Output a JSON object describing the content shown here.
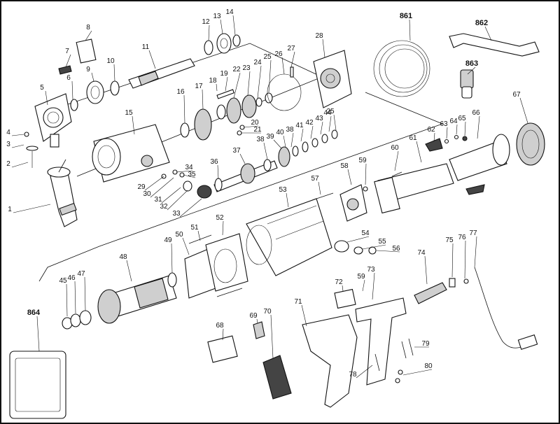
{
  "diagram": {
    "labels": [
      {
        "id": "p1",
        "text": "1"
      },
      {
        "id": "p2",
        "text": "2"
      },
      {
        "id": "p3",
        "text": "3"
      },
      {
        "id": "p4",
        "text": "4"
      },
      {
        "id": "p5",
        "text": "5"
      },
      {
        "id": "p6",
        "text": "6"
      },
      {
        "id": "p7",
        "text": "7"
      },
      {
        "id": "p8",
        "text": "8"
      },
      {
        "id": "p9",
        "text": "9"
      },
      {
        "id": "p10",
        "text": "10"
      },
      {
        "id": "p11",
        "text": "11"
      },
      {
        "id": "p12",
        "text": "12"
      },
      {
        "id": "p13",
        "text": "13"
      },
      {
        "id": "p14",
        "text": "14"
      },
      {
        "id": "p15",
        "text": "15"
      },
      {
        "id": "p16",
        "text": "16"
      },
      {
        "id": "p17",
        "text": "17"
      },
      {
        "id": "p18",
        "text": "18"
      },
      {
        "id": "p19",
        "text": "19"
      },
      {
        "id": "p20",
        "text": "20"
      },
      {
        "id": "p21",
        "text": "21"
      },
      {
        "id": "p22",
        "text": "22"
      },
      {
        "id": "p23",
        "text": "23"
      },
      {
        "id": "p24",
        "text": "24"
      },
      {
        "id": "p25a",
        "text": "25"
      },
      {
        "id": "p25b",
        "text": "25"
      },
      {
        "id": "p26",
        "text": "26"
      },
      {
        "id": "p27",
        "text": "27"
      },
      {
        "id": "p28",
        "text": "28"
      },
      {
        "id": "p29",
        "text": "29"
      },
      {
        "id": "p30",
        "text": "30"
      },
      {
        "id": "p31",
        "text": "31"
      },
      {
        "id": "p32",
        "text": "32"
      },
      {
        "id": "p33",
        "text": "33"
      },
      {
        "id": "p34",
        "text": "34"
      },
      {
        "id": "p35",
        "text": "35"
      },
      {
        "id": "p36",
        "text": "36"
      },
      {
        "id": "p37",
        "text": "37"
      },
      {
        "id": "p38a",
        "text": "38"
      },
      {
        "id": "p38b",
        "text": "38"
      },
      {
        "id": "p39",
        "text": "39"
      },
      {
        "id": "p40",
        "text": "40"
      },
      {
        "id": "p41",
        "text": "41"
      },
      {
        "id": "p42",
        "text": "42"
      },
      {
        "id": "p43",
        "text": "43"
      },
      {
        "id": "p44",
        "text": "44"
      },
      {
        "id": "p45",
        "text": "45"
      },
      {
        "id": "p46",
        "text": "46"
      },
      {
        "id": "p47",
        "text": "47"
      },
      {
        "id": "p48",
        "text": "48"
      },
      {
        "id": "p49",
        "text": "49"
      },
      {
        "id": "p50",
        "text": "50"
      },
      {
        "id": "p51",
        "text": "51"
      },
      {
        "id": "p52",
        "text": "52"
      },
      {
        "id": "p53",
        "text": "53"
      },
      {
        "id": "p54",
        "text": "54"
      },
      {
        "id": "p55",
        "text": "55"
      },
      {
        "id": "p56",
        "text": "56"
      },
      {
        "id": "p57",
        "text": "57"
      },
      {
        "id": "p58",
        "text": "58"
      },
      {
        "id": "p59a",
        "text": "59"
      },
      {
        "id": "p59b",
        "text": "59"
      },
      {
        "id": "p60",
        "text": "60"
      },
      {
        "id": "p61",
        "text": "61"
      },
      {
        "id": "p62",
        "text": "62"
      },
      {
        "id": "p63",
        "text": "63"
      },
      {
        "id": "p64",
        "text": "64"
      },
      {
        "id": "p65",
        "text": "65"
      },
      {
        "id": "p66",
        "text": "66"
      },
      {
        "id": "p67",
        "text": "67"
      },
      {
        "id": "p68",
        "text": "68"
      },
      {
        "id": "p69",
        "text": "69"
      },
      {
        "id": "p70",
        "text": "70"
      },
      {
        "id": "p71",
        "text": "71"
      },
      {
        "id": "p72",
        "text": "72"
      },
      {
        "id": "p73",
        "text": "73"
      },
      {
        "id": "p74",
        "text": "74"
      },
      {
        "id": "p75",
        "text": "75"
      },
      {
        "id": "p76",
        "text": "76"
      },
      {
        "id": "p77",
        "text": "77"
      },
      {
        "id": "p78",
        "text": "78"
      },
      {
        "id": "p79",
        "text": "79"
      },
      {
        "id": "p80",
        "text": "80"
      },
      {
        "id": "p861",
        "text": "861"
      },
      {
        "id": "p862",
        "text": "862"
      },
      {
        "id": "p863",
        "text": "863"
      },
      {
        "id": "p864",
        "text": "864"
      }
    ]
  }
}
